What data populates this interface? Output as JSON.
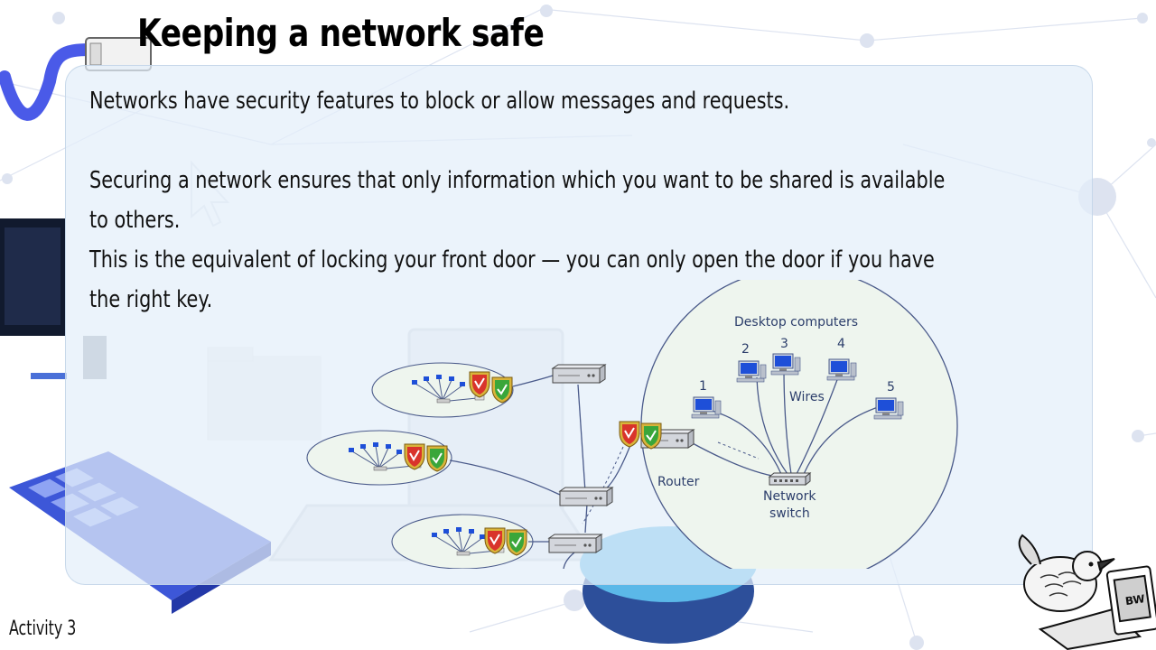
{
  "slide": {
    "title": "Keeping a network safe",
    "paragraphs": [
      "Networks have security features to block or allow messages and requests.",
      "Securing a network ensures that only information which you want to be shared is available<br>to others.",
      "This is the equivalent of locking your front door — you can only open the door if you have<br>the right key."
    ],
    "footer": "Activity 3"
  },
  "diagram": {
    "desktop_heading": "Desktop computers",
    "computer_numbers": [
      "1",
      "2",
      "3",
      "4",
      "5"
    ],
    "wires_label": "Wires",
    "router_label": "Router",
    "switch_label_line1": "Network",
    "switch_label_line2": "switch"
  },
  "colors": {
    "panel": "#e3effa",
    "bubble": "#eef5ee",
    "line": "#4a5a8a",
    "shield_red": "#d9342b",
    "shield_green": "#3aa63a",
    "shield_gold": "#d9b43a"
  }
}
